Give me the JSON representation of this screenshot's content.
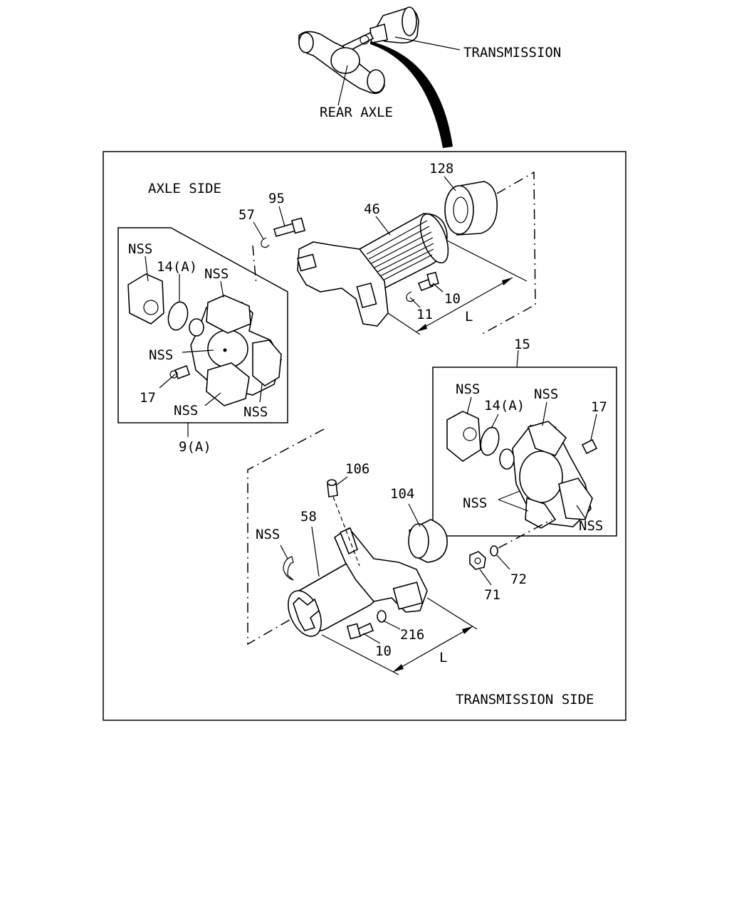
{
  "header": {
    "transmission": "TRANSMISSION",
    "rear_axle": "REAR AXLE"
  },
  "sides": {
    "axle": "AXLE SIDE",
    "transmission": "TRANSMISSION SIDE"
  },
  "callouts": {
    "c128": "128",
    "c95": "95",
    "c57": "57",
    "c46": "46",
    "c10a": "10",
    "c11": "11",
    "cLa": "L",
    "nss1": "NSS",
    "c14a": "14(A)",
    "nss2": "NSS",
    "nss3": "NSS",
    "c17a": "17",
    "nss4": "NSS",
    "nss5": "NSS",
    "c9": "9(A)",
    "c15": "15",
    "nss6": "NSS",
    "c14b": "14(A)",
    "nss7": "NSS",
    "c17b": "17",
    "nss8": "NSS",
    "nss9": "NSS",
    "c106": "106",
    "c104": "104",
    "c58": "58",
    "nss10": "NSS",
    "c71": "71",
    "c72": "72",
    "c216": "216",
    "c10b": "10",
    "cLb": "L"
  }
}
